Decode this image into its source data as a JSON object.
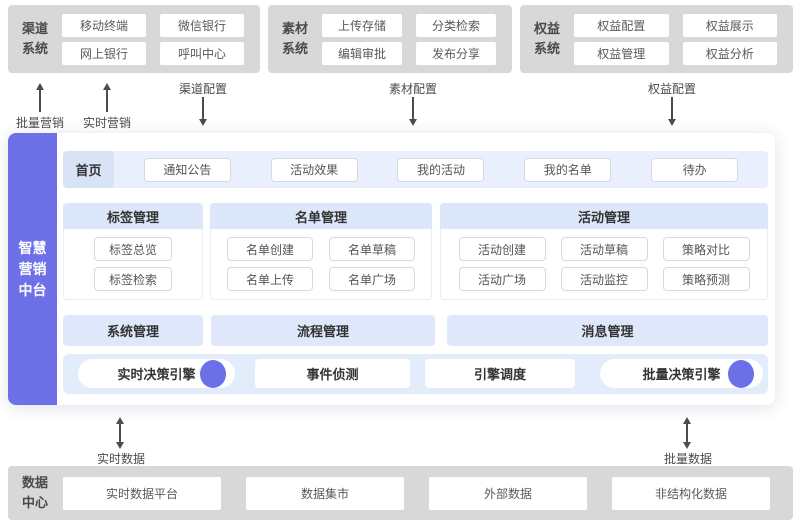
{
  "top_systems": [
    {
      "name": "渠道系统",
      "items": [
        "移动终端",
        "微信银行",
        "网上银行",
        "呼叫中心"
      ]
    },
    {
      "name": "素材系统",
      "items": [
        "上传存储",
        "分类检索",
        "编辑审批",
        "发布分享"
      ]
    },
    {
      "name": "权益系统",
      "items": [
        "权益配置",
        "权益展示",
        "权益管理",
        "权益分析"
      ]
    }
  ],
  "marketing_flows_up": [
    {
      "label": "批量营销"
    },
    {
      "label": "实时营销"
    }
  ],
  "config_flows_down": [
    {
      "label": "渠道配置"
    },
    {
      "label": "素材配置"
    },
    {
      "label": "权益配置"
    }
  ],
  "platform": {
    "title": "智慧营销中台",
    "home_label": "首页",
    "home_items": [
      "通知公告",
      "活动效果",
      "我的活动",
      "我的名单",
      "待办"
    ],
    "groups": [
      {
        "title": "标签管理",
        "items": [
          "标签总览",
          "标签检索"
        ]
      },
      {
        "title": "名单管理",
        "items": [
          "名单创建",
          "名单草稿",
          "名单上传",
          "名单广场"
        ]
      },
      {
        "title": "活动管理",
        "items": [
          "活动创建",
          "活动草稿",
          "策略对比",
          "活动广场",
          "活动监控",
          "策略预测"
        ]
      }
    ],
    "modules": [
      "系统管理",
      "流程管理",
      "消息管理"
    ],
    "engines": [
      {
        "label": "实时决策引擎",
        "has_dot": true
      },
      {
        "label": "事件侦测",
        "has_dot": false
      },
      {
        "label": "引擎调度",
        "has_dot": false
      },
      {
        "label": "批量决策引擎",
        "has_dot": true
      }
    ]
  },
  "data_flows": [
    {
      "label": "实时数据"
    },
    {
      "label": "批量数据"
    }
  ],
  "data_center": {
    "name": "数据中心",
    "items": [
      "实时数据平台",
      "数据集市",
      "外部数据",
      "非结构化数据"
    ]
  },
  "colors": {
    "system_box_bg": "#d8d8d8",
    "platform_accent": "#6e70e8",
    "group_header_bg": "#dce7fa",
    "module_bar_bg": "#dfe8fb",
    "home_row_bg": "#e9effc",
    "home_chip_bg": "#d8e3f8",
    "engine_row_bg": "#e3ecfb",
    "engine_dot": "#6c70e8",
    "arrow": "#4d4d4d"
  }
}
